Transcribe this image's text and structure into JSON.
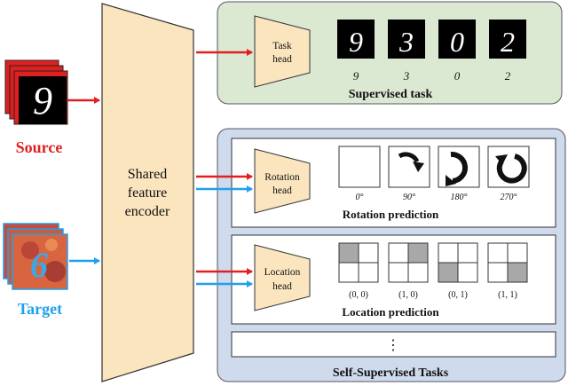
{
  "inputs": {
    "source_label": "Source",
    "target_label": "Target",
    "source_digit": "9",
    "target_digit": "6"
  },
  "encoder": {
    "line1": "Shared",
    "line2": "feature",
    "line3": "encoder"
  },
  "supervised": {
    "title": "Supervised task",
    "head": {
      "line1": "Task",
      "line2": "head"
    },
    "samples": [
      {
        "digit": "9",
        "label": "9"
      },
      {
        "digit": "3",
        "label": "3"
      },
      {
        "digit": "0",
        "label": "0"
      },
      {
        "digit": "2",
        "label": "2"
      }
    ]
  },
  "self_supervised": {
    "title": "Self-Supervised Tasks",
    "rotation": {
      "title": "Rotation prediction",
      "head": {
        "line1": "Rotation",
        "line2": "head"
      },
      "labels": [
        "0°",
        "90°",
        "180°",
        "270°"
      ]
    },
    "location": {
      "title": "Location prediction",
      "head": {
        "line1": "Location",
        "line2": "head"
      },
      "labels": [
        "(0, 0)",
        "(1, 0)",
        "(0, 1)",
        "(1, 1)"
      ]
    },
    "more": "⋮"
  },
  "colors": {
    "source_arrow": "#e02020",
    "target_arrow": "#1ea0f0",
    "source_text": "#e02020",
    "target_text": "#1ea0f0",
    "encoder_fill": "#fbe5bf",
    "supervised_fill": "#dbe8d2",
    "self_supervised_fill": "#cfdaec",
    "selected_cell": "#a8a8a8"
  }
}
